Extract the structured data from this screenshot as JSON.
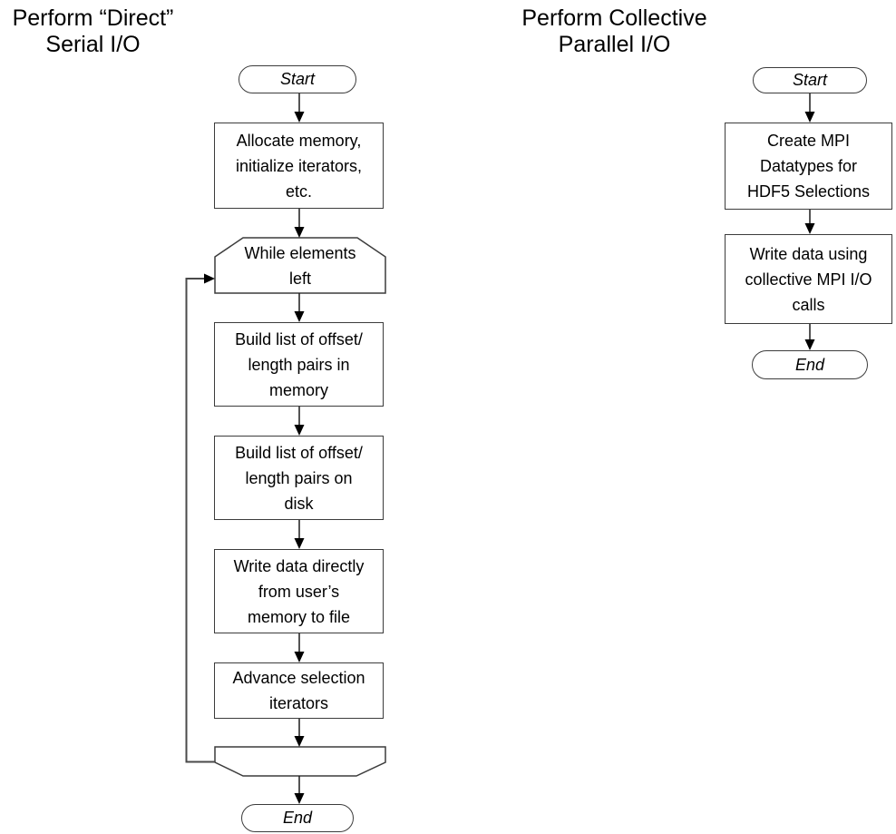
{
  "colors": {
    "shape_stroke": "#3c3c3c",
    "arrow": "#000000",
    "shape_fill": "#ffffff",
    "text": "#000000",
    "background": "#ffffff"
  },
  "left_flowchart": {
    "title": "Perform “Direct”\nSerial I/O",
    "start_label": "Start",
    "end_label": "End",
    "steps": {
      "allocate": "Allocate memory,\ninitialize iterators,\netc.",
      "while_loop": "While elements\nleft",
      "build_memory": "Build list of offset/\nlength pairs in\nmemory",
      "build_disk": "Build list of offset/\nlength pairs on\ndisk",
      "write_direct": "Write data directly\nfrom user’s\nmemory to file",
      "advance": "Advance selection\niterators"
    }
  },
  "right_flowchart": {
    "title": "Perform Collective\nParallel I/O",
    "start_label": "Start",
    "end_label": "End",
    "steps": {
      "create_mpi": "Create MPI\nDatatypes for\nHDF5 Selections",
      "write_collective": "Write data using\ncollective MPI I/O\ncalls"
    }
  }
}
